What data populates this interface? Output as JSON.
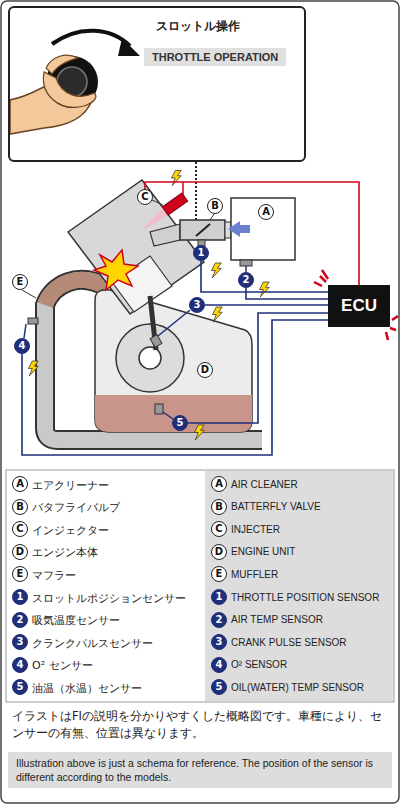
{
  "diagram": {
    "nodes": [
      {
        "text": [
          "スロットル操作"
        ]
      },
      {
        "text": [
          "THROTTLE OPERATION"
        ],
        "in": 0
      },
      {
        "text": [
          "C"
        ]
      },
      {
        "text": [
          "B"
        ]
      },
      {
        "text": [
          "A"
        ]
      },
      {
        "text": [
          "1"
        ]
      },
      {
        "text": [
          "E"
        ]
      },
      {
        "text": [
          "2"
        ]
      },
      {
        "text": [
          "ECU"
        ]
      },
      {
        "text": [
          "3"
        ]
      },
      {
        "text": [
          "4"
        ]
      },
      {
        "text": [
          "D"
        ]
      },
      {
        "text": [
          "5"
        ]
      },
      {
        "text": [
          "Illustration above is just a schema for reference. The position of the sensor is different according to the models."
        ]
      }
    ],
    "edges": [
      {
        "from": 8,
        "to": 2,
        "arrow": "none"
      },
      {
        "from": 5,
        "to": 8,
        "arrow": "none"
      },
      {
        "from": 7,
        "to": 8,
        "arrow": "none"
      },
      {
        "from": 9,
        "to": 8,
        "arrow": "none"
      },
      {
        "from": 10,
        "to": 8,
        "arrow": "none"
      },
      {
        "from": 12,
        "to": 8,
        "arrow": "none"
      }
    ],
    "labels": [
      "A",
      "エアクリーナー",
      "A",
      "AIR CLEANER",
      "B",
      "バタフライバルブ",
      "B",
      "BATTERFLY VALVE",
      "C",
      "インジェクター",
      "C",
      "INJECTER",
      "D",
      "エンジン本体",
      "D",
      "ENGINE UNIT",
      "E",
      "マフラー",
      "E",
      "MUFFLER",
      "1",
      "スロットルポジションセンサー",
      "1",
      "THROTTLE POSITION SENSOR",
      "2",
      "吸気温度センサー",
      "2",
      "AIR TEMP SENSOR",
      "3",
      "クランクパルスセンサー",
      "3",
      "CRANK PULSE SENSOR",
      "4",
      "O² センサー",
      "4",
      "O² SENSOR",
      "5",
      "油温（水温）センサー",
      "5",
      "OIL(WATER) TEMP SENSOR",
      "イラストはFIの説明を分かりやすくした概略図です。車種により、センサーの有無、位置は異なります。"
    ]
  }
}
